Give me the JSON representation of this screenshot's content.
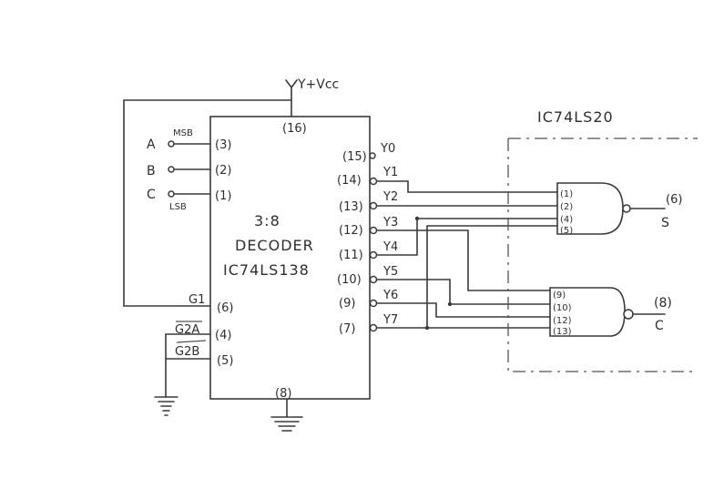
{
  "diagram": {
    "power": {
      "label": "Y+Vcc"
    },
    "decoder": {
      "title_line1": "3:8",
      "title_line2": "DECODER",
      "title_line3": "IC74LS138",
      "vcc_pin": "(16)",
      "gnd_pin": "(8)",
      "inputs": [
        {
          "name": "A",
          "pin": "(3)",
          "note": "MSB"
        },
        {
          "name": "B",
          "pin": "(2)",
          "note": ""
        },
        {
          "name": "C",
          "pin": "(1)",
          "note": "LSB"
        }
      ],
      "enables": [
        {
          "name": "G1",
          "pin": "(6)"
        },
        {
          "name": "G2A",
          "pin": "(4)"
        },
        {
          "name": "G2B",
          "pin": "(5)"
        }
      ],
      "outputs": [
        {
          "name": "Y0",
          "pin": "(15)"
        },
        {
          "name": "Y1",
          "pin": "(14)"
        },
        {
          "name": "Y2",
          "pin": "(13)"
        },
        {
          "name": "Y3",
          "pin": "(12)"
        },
        {
          "name": "Y4",
          "pin": "(11)"
        },
        {
          "name": "Y5",
          "pin": "(10)"
        },
        {
          "name": "Y6",
          "pin": "(9)"
        },
        {
          "name": "Y7",
          "pin": "(7)"
        }
      ]
    },
    "nand_ic": {
      "title": "IC74LS20",
      "gate1": {
        "inputs": [
          "(1)",
          "(2)",
          "(4)",
          "(5)"
        ],
        "output_pin": "(6)",
        "output_label": "S"
      },
      "gate2": {
        "inputs": [
          "(9)",
          "(10)",
          "(12)",
          "(13)"
        ],
        "output_pin": "(8)",
        "output_label": "C"
      }
    }
  }
}
